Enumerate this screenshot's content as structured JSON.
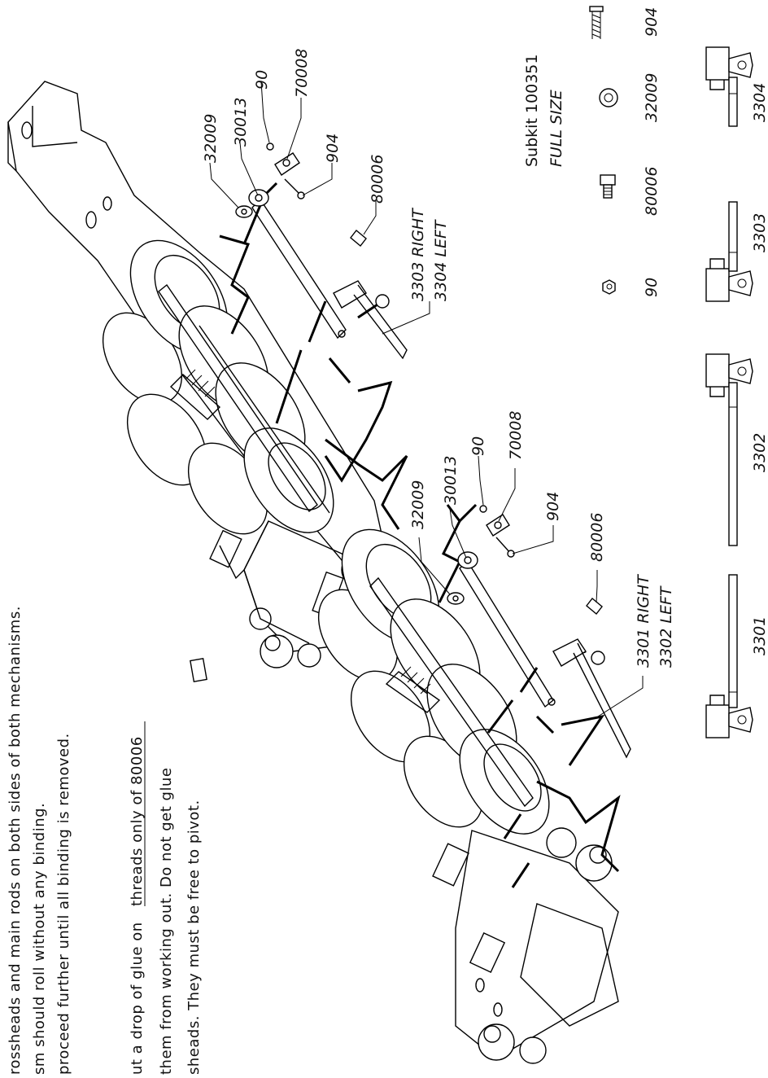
{
  "instructions": {
    "line1": "rossheads and main rods on both sides of both mechanisms.",
    "line2": "sm should roll without any binding.",
    "line3": "proceed further until all binding is removed.",
    "line4a": "ut a drop of glue on ",
    "line4b": "threads only of 80006",
    "line5": "them from working out. Do not get glue",
    "line6": "sheads. They must be free to pivot."
  },
  "subkit": {
    "title": "Subkit 100351",
    "subtitle": "FULL SIZE",
    "parts": [
      "90",
      "80006",
      "32009",
      "904"
    ]
  },
  "upper_assembly_labels": {
    "washer": "32009",
    "main_rod": "30013",
    "nut": "90",
    "crosshead": "70008",
    "screw": "904",
    "pin": "80006",
    "guide_right": "3303 RIGHT",
    "guide_left": "3304 LEFT"
  },
  "lower_assembly_labels": {
    "washer": "32009",
    "main_rod": "30013",
    "nut": "90",
    "crosshead": "70008",
    "screw": "904",
    "pin": "80006",
    "guide_right": "3301 RIGHT",
    "guide_left": "3302 LEFT"
  },
  "crosshead_guides": [
    "3301",
    "3302",
    "3303",
    "3304"
  ]
}
